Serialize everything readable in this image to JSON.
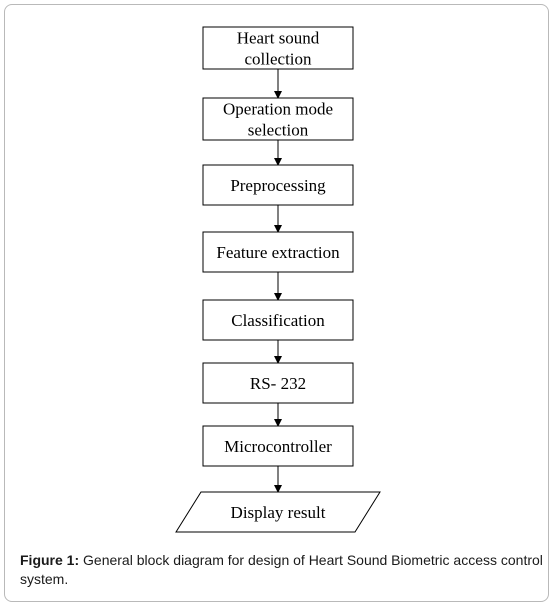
{
  "diagram": {
    "nodes": [
      {
        "id": "n1",
        "shape": "rect",
        "lines": [
          "Heart sound",
          "collection"
        ]
      },
      {
        "id": "n2",
        "shape": "rect",
        "lines": [
          "Operation mode",
          "selection"
        ]
      },
      {
        "id": "n3",
        "shape": "rect",
        "lines": [
          "Preprocessing"
        ]
      },
      {
        "id": "n4",
        "shape": "rect",
        "lines": [
          "Feature extraction"
        ]
      },
      {
        "id": "n5",
        "shape": "rect",
        "lines": [
          "Classification"
        ]
      },
      {
        "id": "n6",
        "shape": "rect",
        "lines": [
          "RS- 232"
        ]
      },
      {
        "id": "n7",
        "shape": "rect",
        "lines": [
          "Microcontroller"
        ]
      },
      {
        "id": "n8",
        "shape": "parallelogram",
        "lines": [
          "Display result"
        ]
      }
    ],
    "edges": [
      {
        "from": "n1",
        "to": "n2"
      },
      {
        "from": "n2",
        "to": "n3"
      },
      {
        "from": "n3",
        "to": "n4"
      },
      {
        "from": "n4",
        "to": "n5"
      },
      {
        "from": "n5",
        "to": "n6"
      },
      {
        "from": "n6",
        "to": "n7"
      },
      {
        "from": "n7",
        "to": "n8"
      }
    ]
  },
  "caption": {
    "label": "Figure 1:",
    "text": " General block diagram for design of  Heart Sound Biometric access control system."
  }
}
